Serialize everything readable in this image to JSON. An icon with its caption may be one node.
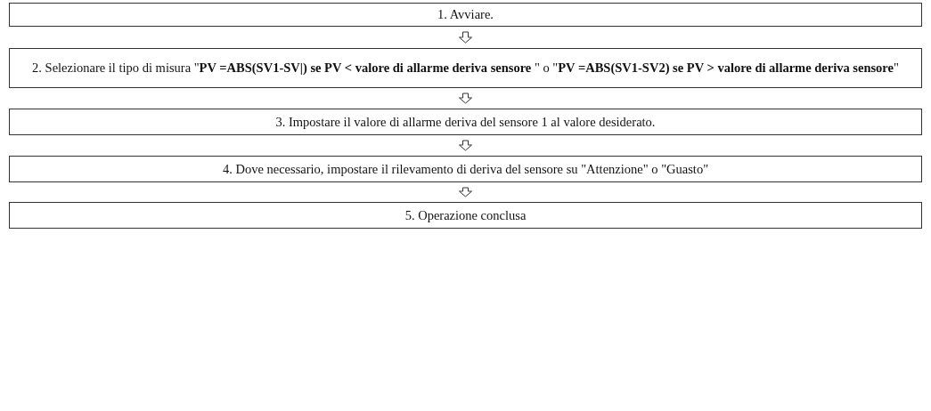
{
  "diagram": {
    "nodes": [
      {
        "text": [
          "1. Avviare."
        ]
      },
      {
        "text": [
          "2. Selezionare il tipo di misura \"**PV =ABS(SV1-SV|) se PV < valore di allarme deriva sensore** \" o \"**PV =ABS(SV1-SV2) se PV > valore di allarme deriva sensore**\""
        ]
      },
      {
        "text": [
          "3. Impostare il valore di allarme deriva del sensore 1 al valore desiderato."
        ]
      },
      {
        "text": [
          "4. Dove necessario, impostare il rilevamento di deriva del sensore su \"Attenzione\" o \"Guasto\""
        ]
      },
      {
        "text": [
          "5. Operazione conclusa"
        ]
      }
    ],
    "edges": [
      {
        "from": 0,
        "to": 1,
        "arrow": "to"
      },
      {
        "from": 1,
        "to": 2,
        "arrow": "to"
      },
      {
        "from": 2,
        "to": 3,
        "arrow": "to"
      },
      {
        "from": 3,
        "to": 4,
        "arrow": "to"
      }
    ]
  }
}
